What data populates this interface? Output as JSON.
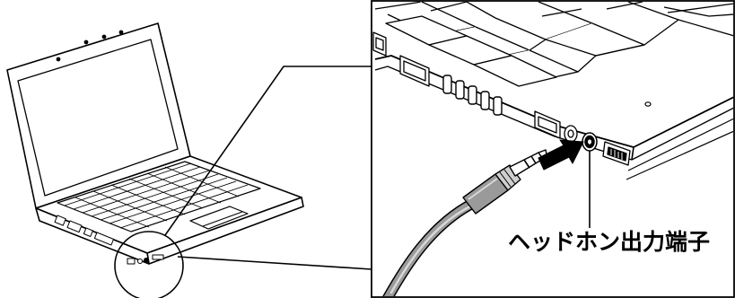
{
  "callout": {
    "label": "ヘッドホン出力端子"
  },
  "colors": {
    "line": "#000000",
    "background": "#ffffff",
    "cable": "#9a9a9a",
    "cable_light": "#d8d8d8",
    "plug_metal": "#cfcfcf",
    "arrow": "#000000"
  },
  "icons": [
    "laptop-illustration",
    "magnify-circle",
    "headphone-jack",
    "audio-plug",
    "insert-arrow"
  ]
}
